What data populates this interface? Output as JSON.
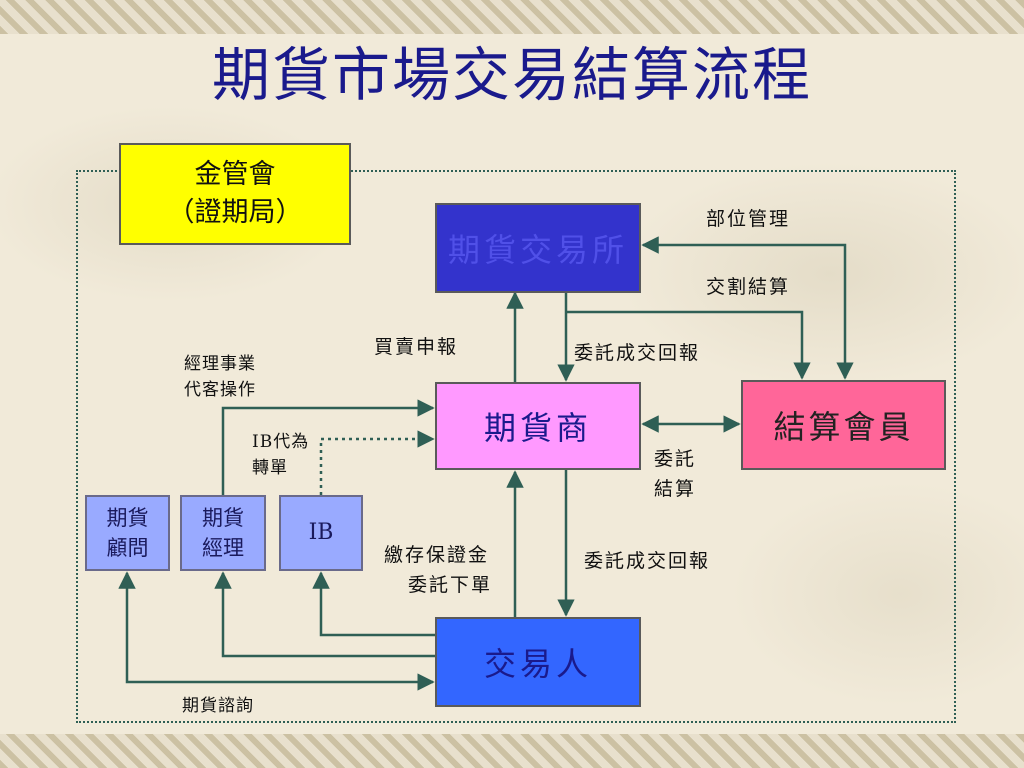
{
  "slide": {
    "title": "期貨市場交易結算流程"
  },
  "nodes": {
    "fsc": {
      "line1": "金管會",
      "line2": "（證期局）"
    },
    "taifex": "期貨交易所",
    "fcm": "期貨商",
    "clearing_member": "結算會員",
    "trader": "交易人",
    "advisor": {
      "line1": "期貨",
      "line2": "顧問"
    },
    "manager": {
      "line1": "期貨",
      "line2": "經理"
    },
    "ib": "IB"
  },
  "labels": {
    "position_mgmt": "部位管理",
    "settlement": "交割結算",
    "order_report": "買賣申報",
    "fill_report_top": "委託成交回報",
    "discretionary_1": "經理事業",
    "discretionary_2": "代客操作",
    "ib_relay_1": "IB代為",
    "ib_relay_2": "轉單",
    "delegated_1": "委託",
    "delegated_2": "結算",
    "margin_1": "繳存保證金",
    "margin_2": "委託下單",
    "fill_report_bottom": "委託成交回報",
    "consulting": "期貨諮詢"
  },
  "colors": {
    "title": "#1a1a8c",
    "fsc": "#ffff00",
    "taifex": "#3333cc",
    "fcm": "#ff99ff",
    "clearing_member": "#ff6699",
    "trader": "#3366ff",
    "small_boxes": "#99aaff",
    "arrows": "#2f5f55"
  }
}
